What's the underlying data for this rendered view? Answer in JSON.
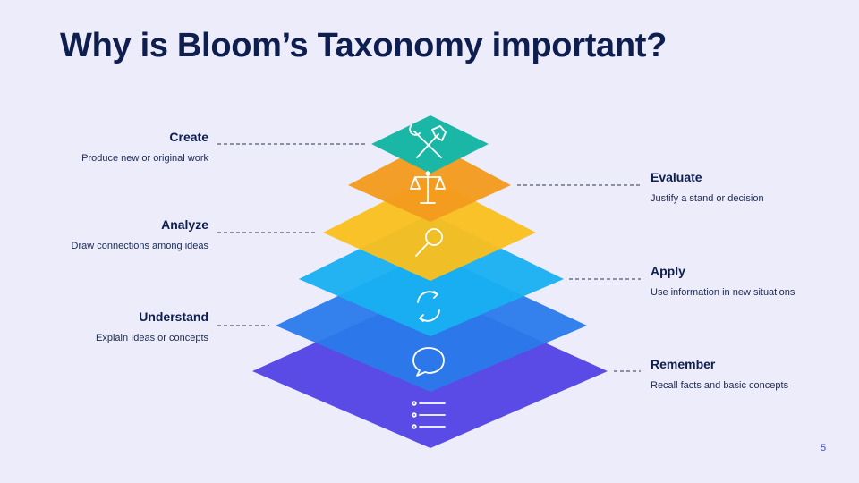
{
  "title": "Why is Bloom’s Taxonomy important?",
  "page_number": "5",
  "levels": [
    {
      "key": "create",
      "title": "Create",
      "subtitle": "Produce new or original work",
      "color": "#1BB7A6",
      "icon": "tools-icon"
    },
    {
      "key": "evaluate",
      "title": "Evaluate",
      "subtitle": "Justify a stand or decision",
      "color": "#F39A1E",
      "icon": "scales-icon"
    },
    {
      "key": "analyze",
      "title": "Analyze",
      "subtitle": "Draw connections among ideas",
      "color": "#F9BF1F",
      "icon": "magnifier-icon"
    },
    {
      "key": "apply",
      "title": "Apply",
      "subtitle": "Use information in new situations",
      "color": "#18B0F2",
      "icon": "cycle-arrows-icon"
    },
    {
      "key": "understand",
      "title": "Understand",
      "subtitle": "Explain Ideas or concepts",
      "color": "#2A7AEB",
      "icon": "speech-bubble-icon"
    },
    {
      "key": "remember",
      "title": "Remember",
      "subtitle": "Recall facts and basic concepts",
      "color": "#5B4BE6",
      "icon": "bullet-list-icon"
    }
  ]
}
